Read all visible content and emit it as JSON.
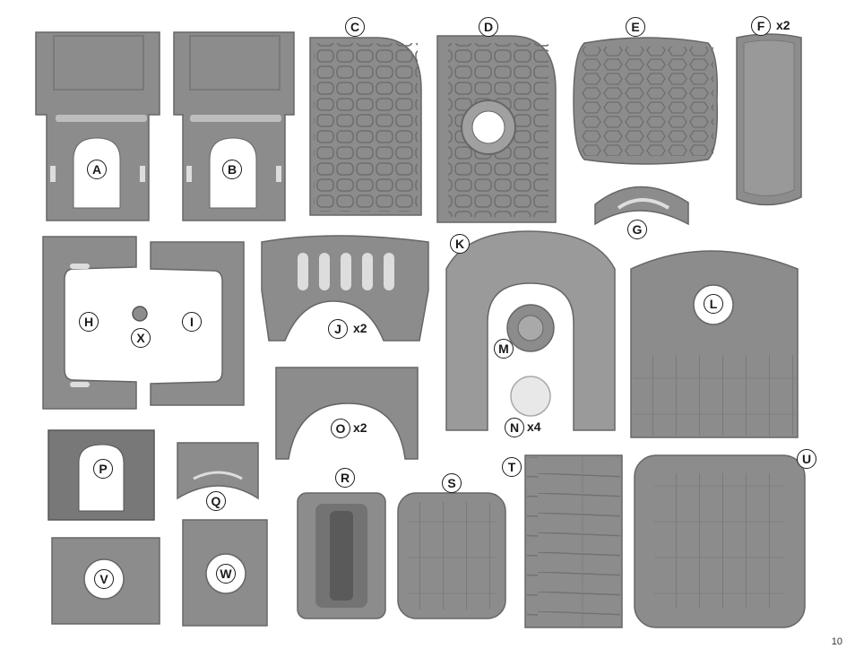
{
  "page_number": "10",
  "colors": {
    "part_fill": "#8c8c8c",
    "part_dark": "#6e6e6e",
    "part_light": "#a9a9a9",
    "label_ring": "#1a1a1a"
  },
  "parts": [
    {
      "id": "A",
      "label": "A",
      "qty": ""
    },
    {
      "id": "B",
      "label": "B",
      "qty": ""
    },
    {
      "id": "C",
      "label": "C",
      "qty": ""
    },
    {
      "id": "D",
      "label": "D",
      "qty": ""
    },
    {
      "id": "E",
      "label": "E",
      "qty": ""
    },
    {
      "id": "F",
      "label": "F",
      "qty": "x2"
    },
    {
      "id": "G",
      "label": "G",
      "qty": ""
    },
    {
      "id": "H",
      "label": "H",
      "qty": ""
    },
    {
      "id": "I",
      "label": "I",
      "qty": ""
    },
    {
      "id": "X",
      "label": "X",
      "qty": ""
    },
    {
      "id": "J",
      "label": "J",
      "qty": "x2"
    },
    {
      "id": "K",
      "label": "K",
      "qty": ""
    },
    {
      "id": "L",
      "label": "L",
      "qty": ""
    },
    {
      "id": "M",
      "label": "M",
      "qty": ""
    },
    {
      "id": "N",
      "label": "N",
      "qty": "x4"
    },
    {
      "id": "O",
      "label": "O",
      "qty": "x2"
    },
    {
      "id": "P",
      "label": "P",
      "qty": ""
    },
    {
      "id": "Q",
      "label": "Q",
      "qty": ""
    },
    {
      "id": "R",
      "label": "R",
      "qty": ""
    },
    {
      "id": "S",
      "label": "S",
      "qty": ""
    },
    {
      "id": "T",
      "label": "T",
      "qty": ""
    },
    {
      "id": "U",
      "label": "U",
      "qty": ""
    },
    {
      "id": "V",
      "label": "V",
      "qty": ""
    },
    {
      "id": "W",
      "label": "W",
      "qty": ""
    }
  ]
}
